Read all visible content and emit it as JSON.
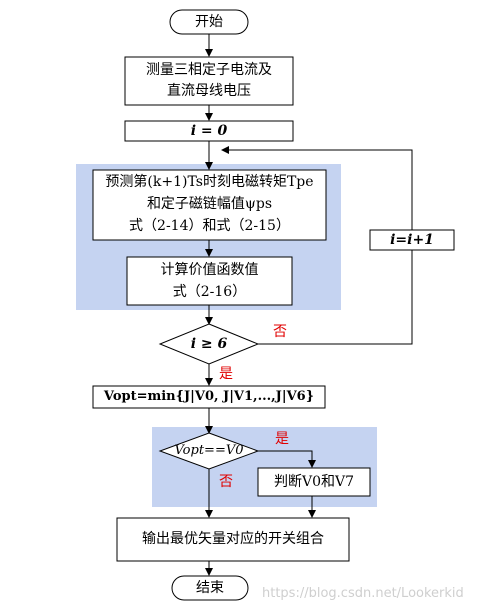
{
  "flowchart": {
    "start": "开始",
    "measure": {
      "line1": "测量三相定子电流及",
      "line2": "直流母线电压"
    },
    "init": "i = 0",
    "predict": {
      "line1": "预测第(k+1)Ts时刻电磁转矩Tpe",
      "line2": "和定子磁链幅值ψps",
      "line3": "式（2-14）和式（2-15）"
    },
    "cost": {
      "line1": "计算价值函数值",
      "line2": "式（2-16）"
    },
    "decision_i": "i ≥ 6",
    "no_label_1": "否",
    "yes_label_1": "是",
    "increment": "i=i+1",
    "vopt": "Vopt=min{J|V0, J|V1,...,J|V6}",
    "decision_v": "Vopt==V0",
    "yes_label_2": "是",
    "no_label_2": "否",
    "judge": "判断V0和V7",
    "output": "输出最优矢量对应的开关组合",
    "end": "结束"
  },
  "watermark": "https://blog.csdn.net/Lookerkid",
  "colors": {
    "region_fill": "#c5d3f1",
    "stroke": "#000000",
    "red_label": "#e00000"
  }
}
